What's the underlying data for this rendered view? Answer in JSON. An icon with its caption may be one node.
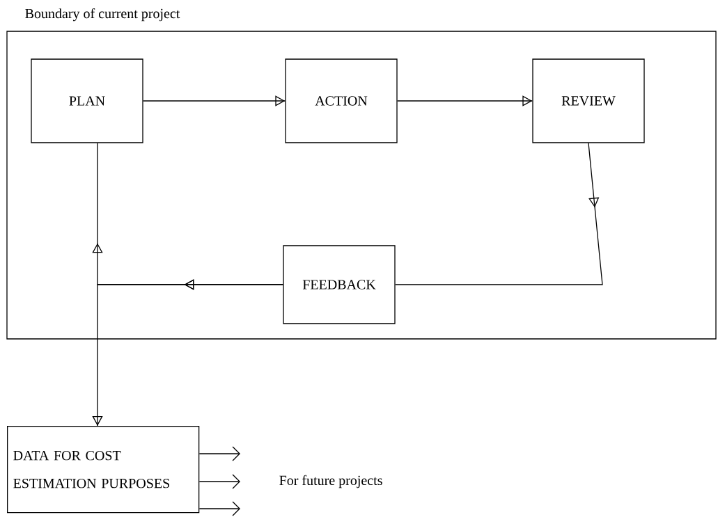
{
  "diagram": {
    "nodes": [
      {
        "text": [
          "Boundary of current project"
        ]
      },
      {
        "text": [
          "PLAN"
        ],
        "in": 0
      },
      {
        "text": [
          "ACTION"
        ],
        "in": 0
      },
      {
        "text": [
          "REVIEW"
        ],
        "in": 0
      },
      {
        "text": [
          "FEEDBACK"
        ],
        "in": 0
      },
      {
        "text": [
          "DATA FOR COST ESTIMATION PURPOSES"
        ]
      }
    ],
    "edges": [
      {
        "from": 1,
        "to": 2,
        "arrow": "to"
      },
      {
        "from": 2,
        "to": 3,
        "arrow": "to"
      },
      {
        "from": 3,
        "to": 4,
        "arrow": "to"
      },
      {
        "from": 4,
        "to": 1,
        "arrow": "to"
      },
      {
        "from": 4,
        "to": 5,
        "arrow": "to"
      },
      {
        "from": 5,
        "to": null,
        "arrow": "to"
      },
      {
        "from": 5,
        "to": null,
        "arrow": "to"
      },
      {
        "from": 5,
        "to": null,
        "arrow": "to"
      }
    ],
    "labels": [
      "For future projects"
    ]
  }
}
